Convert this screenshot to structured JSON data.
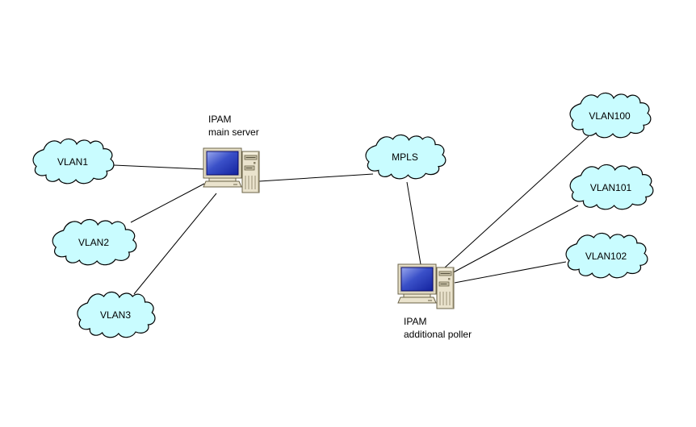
{
  "diagram": {
    "nodes": {
      "vlan1": {
        "label": "VLAN1",
        "shape": "cloud"
      },
      "vlan2": {
        "label": "VLAN2",
        "shape": "cloud"
      },
      "vlan3": {
        "label": "VLAN3",
        "shape": "cloud"
      },
      "mpls": {
        "label": "MPLS",
        "shape": "cloud"
      },
      "vlan100": {
        "label": "VLAN100",
        "shape": "cloud"
      },
      "vlan101": {
        "label": "VLAN101",
        "shape": "cloud"
      },
      "vlan102": {
        "label": "VLAN102",
        "shape": "cloud"
      },
      "main_server": {
        "label_line1": "IPAM",
        "label_line2": "main server",
        "shape": "workstation"
      },
      "additional_poller": {
        "label_line1": "IPAM",
        "label_line2": "additional poller",
        "shape": "workstation"
      }
    },
    "connections": [
      {
        "from": "VLAN1",
        "to": "IPAM main server"
      },
      {
        "from": "VLAN2",
        "to": "IPAM main server"
      },
      {
        "from": "VLAN3",
        "to": "IPAM main server"
      },
      {
        "from": "IPAM main server",
        "to": "MPLS"
      },
      {
        "from": "MPLS",
        "to": "IPAM additional poller"
      },
      {
        "from": "IPAM additional poller",
        "to": "VLAN100"
      },
      {
        "from": "IPAM additional poller",
        "to": "VLAN101"
      },
      {
        "from": "IPAM additional poller",
        "to": "VLAN102"
      }
    ],
    "colors": {
      "background": "#FFFFFF",
      "cloud_fill": "#C9FCFF",
      "cloud_stroke": "#000000",
      "connector": "#000000",
      "computer_case": "#EAE3CD",
      "screen_blue": "#2A3FC0",
      "label_text": "#000000"
    }
  }
}
